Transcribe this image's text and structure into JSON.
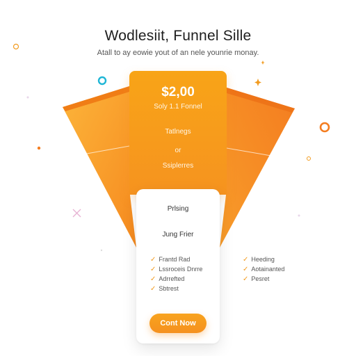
{
  "header": {
    "title": "Wodlesiit, Funnel Sille",
    "subtitle": "Atall to ay eowie yout of an nele younrie monay."
  },
  "funnel": {
    "price": "$2,00",
    "plan": "Soly 1.1 Fonnel",
    "line1": "Tatlnegs",
    "line2": "or",
    "line3": "Ssiplerres"
  },
  "card": {
    "label_primary": "Prlsing",
    "label_secondary": "Jung Frier",
    "cta_label": "Cont Now"
  },
  "features_left": [
    "Frantd Rad",
    "Lssroceis Dnrre",
    "Adrrefted",
    "Sbtrest"
  ],
  "features_right": [
    "Heeding",
    "Aotainanted",
    "Pesret"
  ],
  "icons": {
    "check": "check-icon",
    "ring": "circle-outline-icon",
    "sparkle": "sparkle-icon",
    "cross": "cross-icon"
  },
  "colors": {
    "accent": "#f7941d",
    "accent_light": "#fbb03b",
    "teal": "#1fb6d6",
    "text": "#1e1e1e"
  }
}
